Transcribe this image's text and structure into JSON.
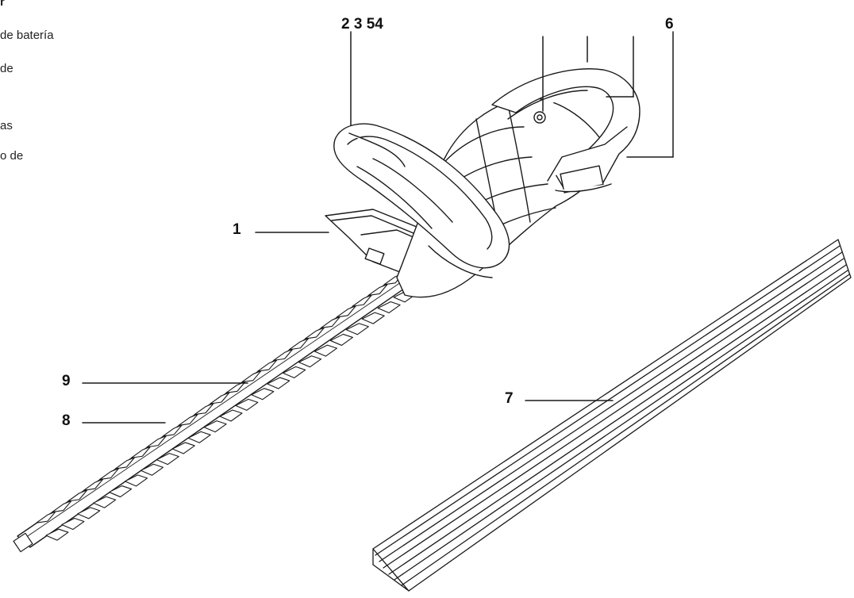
{
  "side_text": [
    {
      "id": "t0",
      "text": "r"
    },
    {
      "id": "t1",
      "text": "de batería"
    },
    {
      "id": "t2",
      "text": "de"
    },
    {
      "id": "t3",
      "text": "as"
    },
    {
      "id": "t4",
      "text": "o de"
    }
  ],
  "callouts": {
    "c1": "1",
    "c2345": "2 3 54",
    "c6": "6",
    "c7": "7",
    "c8": "8",
    "c9": "9"
  }
}
